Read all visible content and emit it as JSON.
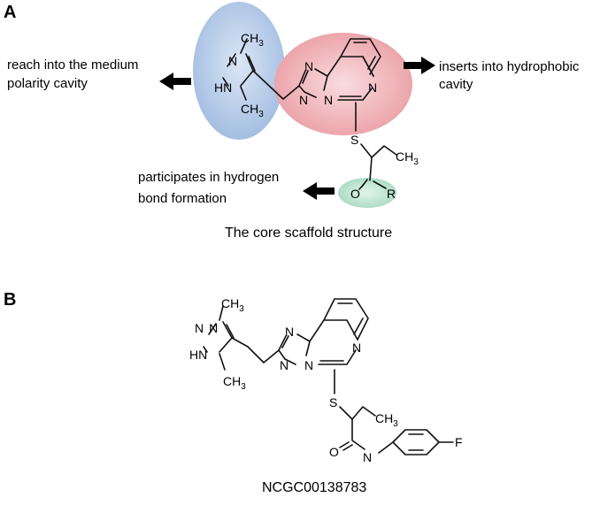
{
  "panels": {
    "a_label": "A",
    "b_label": "B"
  },
  "annotations": {
    "left_line1": "reach into the medium",
    "left_line2": "polarity cavity",
    "right_line1": "inserts into hydrophobic",
    "right_line2": "cavity",
    "bottom_line1": "participates in hydrogen",
    "bottom_line2": "bond formation"
  },
  "captions": {
    "scaffold": "The core scaffold structure",
    "compound": "NCGC00138783"
  },
  "atoms": {
    "ch3": "CH",
    "sub3": "3",
    "n": "N",
    "hn": "HN",
    "nh": "NH",
    "s": "S",
    "o": "O",
    "r": "R",
    "f": "F"
  },
  "colors": {
    "pyrazole_region": "#a9c3e3",
    "core_region": "#eea9ae",
    "carbonyl_region": "#a9dcc3",
    "arrow": "#000000"
  }
}
